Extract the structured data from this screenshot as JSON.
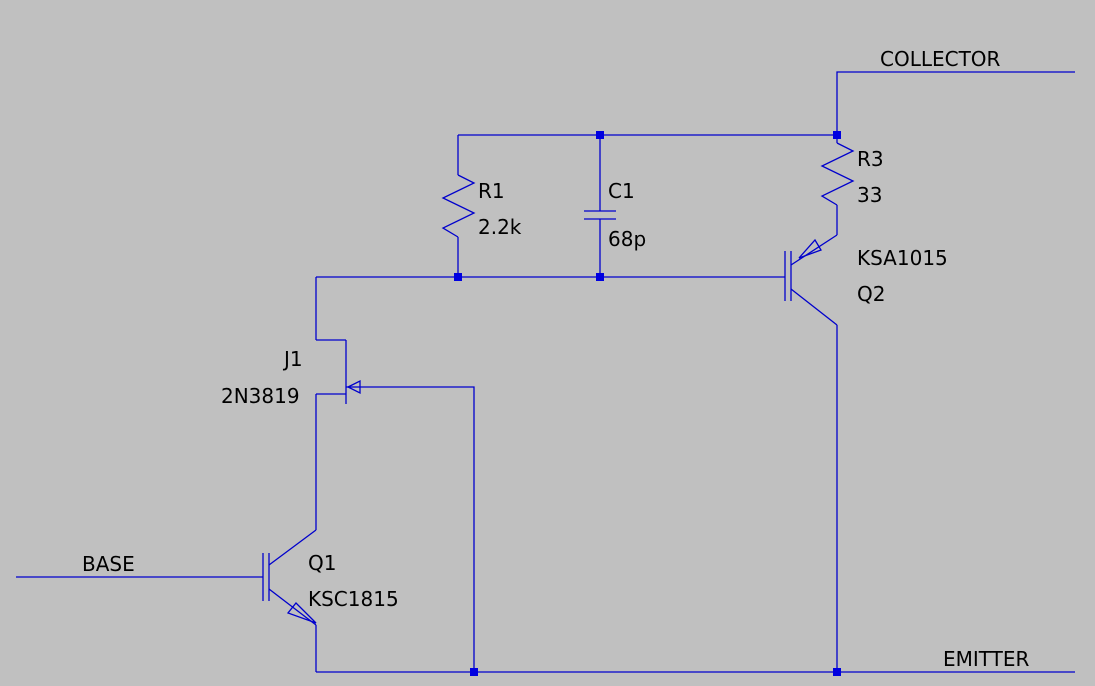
{
  "colors": {
    "background": "#c0c0c0",
    "wire": "#0000cc",
    "junction": "#0000e0",
    "text": "#000000"
  },
  "ports": {
    "collector": "COLLECTOR",
    "base": "BASE",
    "emitter": "EMITTER"
  },
  "components": {
    "r1": {
      "ref": "R1",
      "value": "2.2k"
    },
    "c1": {
      "ref": "C1",
      "value": "68p"
    },
    "r3": {
      "ref": "R3",
      "value": "33"
    },
    "q2": {
      "ref": "Q2",
      "value": "KSA1015"
    },
    "j1": {
      "ref": "J1",
      "value": "2N3819"
    },
    "q1": {
      "ref": "Q1",
      "value": "KSC1815"
    }
  }
}
